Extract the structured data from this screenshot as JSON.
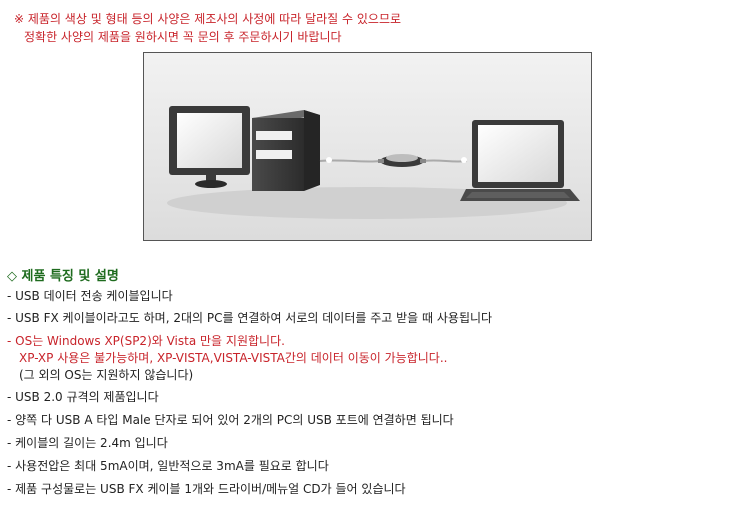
{
  "notice": {
    "line1": "※ 제품의 색상 및 형태 등의 사양은 제조사의 사정에 따라 달라질 수 있으므로",
    "line2": "정확한 사양의 제품을 원하시면 꼭 문의 후 주문하시기 바랍니다"
  },
  "colors": {
    "notice": "#c8242b",
    "title": "#1e6b1e",
    "text": "#222222"
  },
  "section": {
    "title": "◇ 제품 특징 및 설명"
  },
  "features": [
    "- USB 데이터 전송 케이블입니다",
    "- USB FX 케이블이라고도 하며, 2대의 PC를 연결하여 서로의 데이터를 주고 받을 때 사용됩니다",
    "- OS는 Windows XP(SP2)와 Vista 만을 지원합니다.",
    "XP-XP 사용은 불가능하며, XP-VISTA,VISTA-VISTA간의 데이터 이동이 가능합니다..",
    "(그 외의 OS는 지원하지 않습니다)",
    "- USB 2.0 규격의 제품입니다",
    "- 양쪽 다 USB A 타입 Male 단자로 되어 있어 2개의 PC의 USB 포트에 연결하면 됩니다",
    "- 케이블의 길이는 2.4m 입니다",
    "- 사용전압은 최대 5mA이며, 일반적으로 3mA를 필요로 합니다",
    "- 제품 구성물로는 USB FX 케이블 1개와 드라이버/메뉴얼 CD가 들어 있습니다"
  ]
}
